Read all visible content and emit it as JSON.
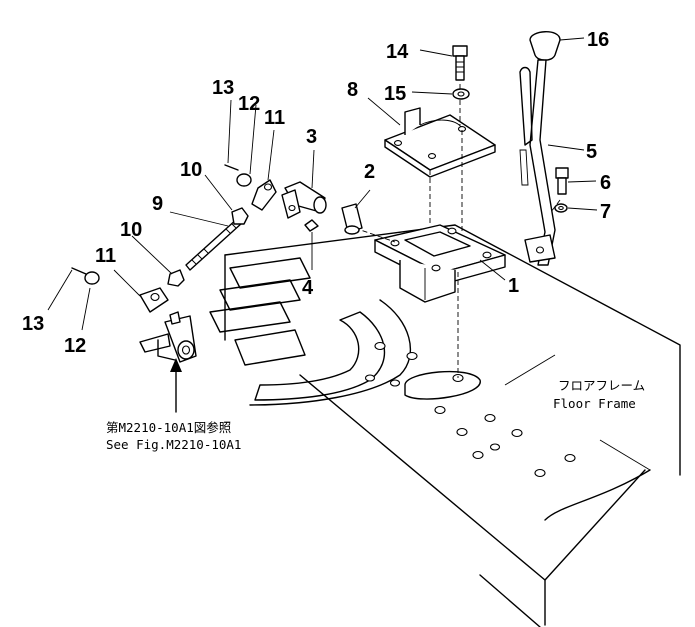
{
  "callouts": {
    "c1": "1",
    "c2": "2",
    "c3": "3",
    "c4": "4",
    "c5": "5",
    "c6": "6",
    "c7": "7",
    "c8": "8",
    "c9": "9",
    "c10a": "10",
    "c10b": "10",
    "c11a": "11",
    "c11b": "11",
    "c12a": "12",
    "c12b": "12",
    "c13a": "13",
    "c13b": "13",
    "c14": "14",
    "c15": "15",
    "c16": "16"
  },
  "labels": {
    "floor_frame_jp": "フロアフレーム",
    "floor_frame_en": "Floor Frame",
    "ref_jp": "第M2210-10A1図参照",
    "ref_en": "See Fig.M2210-10A1"
  }
}
